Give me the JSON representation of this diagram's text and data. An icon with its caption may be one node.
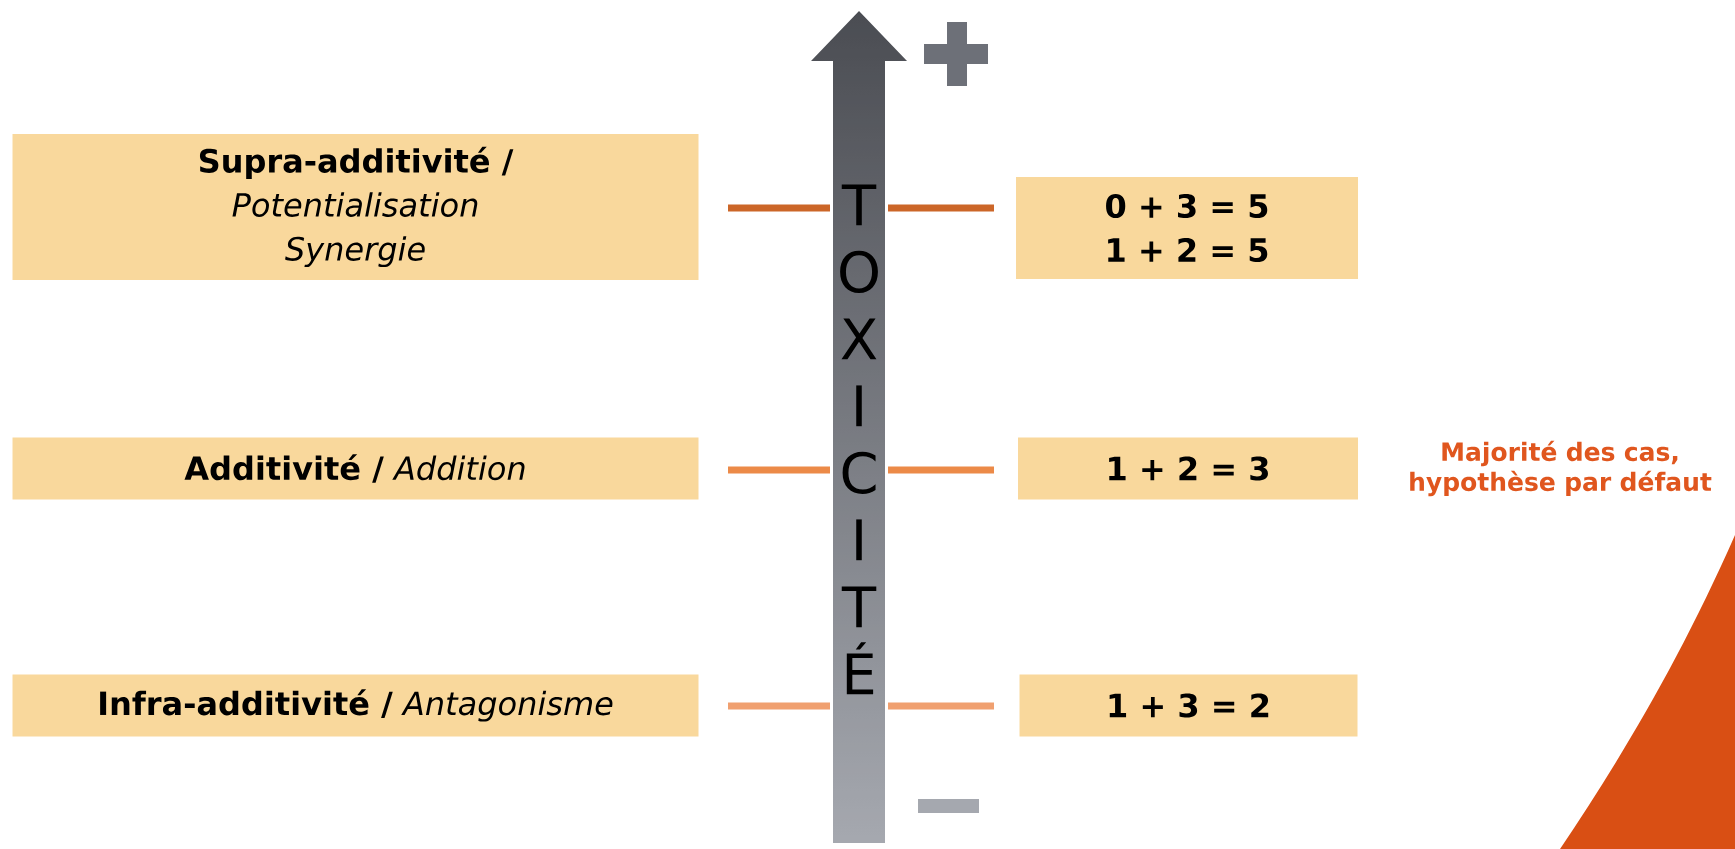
{
  "diagram": {
    "nodes": [
      {
        "text": [
          "Supra-additivité /",
          "Potentialisation",
          "Synergie"
        ]
      },
      {
        "text": [
          "**Additivité /** *Addition*"
        ]
      },
      {
        "text": [
          "**Infra-additivité /** *Antagonisme*"
        ]
      },
      {
        "text": [
          "0 + 3 = 5",
          "1 + 2 = 5"
        ]
      },
      {
        "text": [
          "1 + 2 = 3"
        ],
        "beside": [
          "Majorité des cas, hypothèse par défaut"
        ]
      },
      {
        "text": [
          "1 + 3 = 2"
        ]
      }
    ],
    "labels": [
      "TOXICITÉ"
    ]
  }
}
